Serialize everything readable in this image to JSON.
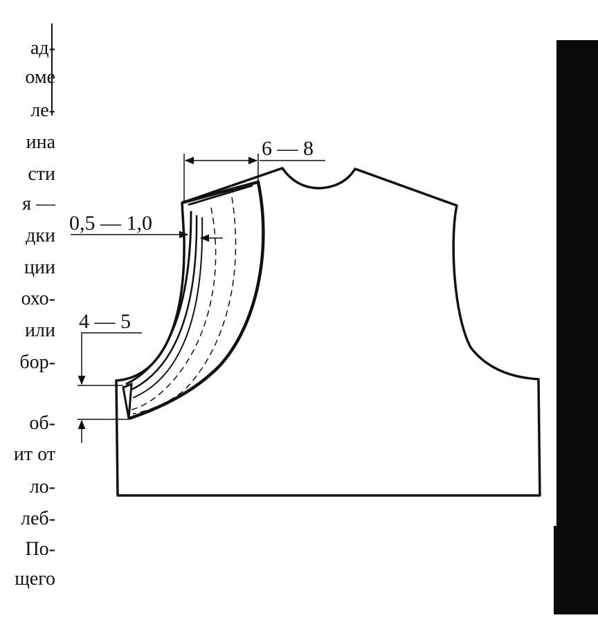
{
  "page_text": {
    "lines": [
      "ад-",
      "оме",
      "ле-",
      "ина",
      "сти",
      "я —",
      "дки",
      "ции",
      "охо-",
      "или",
      "бор-",
      "",
      "об-",
      "ит от",
      "ло-",
      "леб-",
      "По-",
      "щего"
    ]
  },
  "diagram": {
    "labels": {
      "top_dimension": "6 — 8",
      "side_dimension": "0,5 — 1,0",
      "bottom_dimension": "4 — 5"
    }
  },
  "colors": {
    "ink": "#111111",
    "background": "#ffffff"
  }
}
